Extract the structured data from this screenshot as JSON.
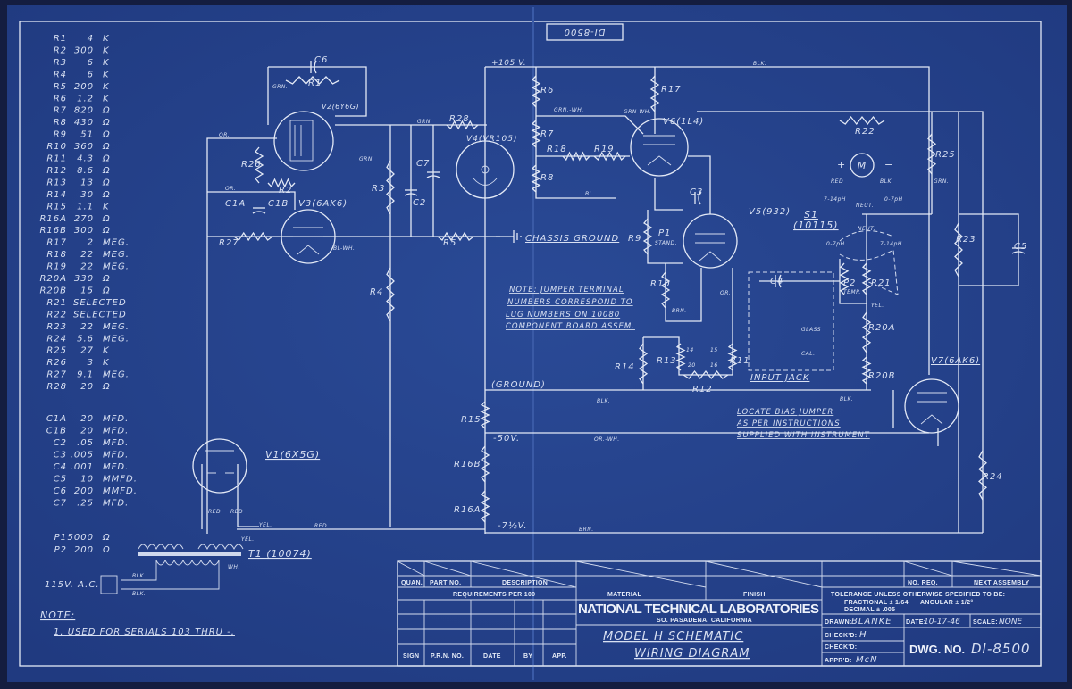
{
  "stamp_number": "DI-8500",
  "parts": {
    "resistors": [
      {
        "ref": "R1",
        "value": "4",
        "unit": "K"
      },
      {
        "ref": "R2",
        "value": "300",
        "unit": "K"
      },
      {
        "ref": "R3",
        "value": "6",
        "unit": "K"
      },
      {
        "ref": "R4",
        "value": "6",
        "unit": "K"
      },
      {
        "ref": "R5",
        "value": "200",
        "unit": "K"
      },
      {
        "ref": "R6",
        "value": "1.2",
        "unit": "K"
      },
      {
        "ref": "R7",
        "value": "820",
        "unit": "Ω"
      },
      {
        "ref": "R8",
        "value": "430",
        "unit": "Ω"
      },
      {
        "ref": "R9",
        "value": "51",
        "unit": "Ω"
      },
      {
        "ref": "R10",
        "value": "360",
        "unit": "Ω"
      },
      {
        "ref": "R11",
        "value": "4.3",
        "unit": "Ω"
      },
      {
        "ref": "R12",
        "value": "8.6",
        "unit": "Ω"
      },
      {
        "ref": "R13",
        "value": "13",
        "unit": "Ω"
      },
      {
        "ref": "R14",
        "value": "30",
        "unit": "Ω"
      },
      {
        "ref": "R15",
        "value": "1.1",
        "unit": "K"
      },
      {
        "ref": "R16A",
        "value": "270",
        "unit": "Ω"
      },
      {
        "ref": "R16B",
        "value": "300",
        "unit": "Ω"
      },
      {
        "ref": "R17",
        "value": "2",
        "unit": "MEG."
      },
      {
        "ref": "R18",
        "value": "22",
        "unit": "MEG."
      },
      {
        "ref": "R19",
        "value": "22",
        "unit": "MEG."
      },
      {
        "ref": "R20A",
        "value": "330",
        "unit": "Ω"
      },
      {
        "ref": "R20B",
        "value": "15",
        "unit": "Ω"
      },
      {
        "ref": "R21",
        "value": "SELECTED",
        "unit": ""
      },
      {
        "ref": "R22",
        "value": "SELECTED",
        "unit": ""
      },
      {
        "ref": "R23",
        "value": "22",
        "unit": "MEG."
      },
      {
        "ref": "R24",
        "value": "5.6",
        "unit": "MEG."
      },
      {
        "ref": "R25",
        "value": "27",
        "unit": "K"
      },
      {
        "ref": "R26",
        "value": "3",
        "unit": "K"
      },
      {
        "ref": "R27",
        "value": "9.1",
        "unit": "MEG."
      },
      {
        "ref": "R28",
        "value": "20",
        "unit": "Ω"
      }
    ],
    "capacitors": [
      {
        "ref": "C1A",
        "value": "20",
        "unit": "MFD."
      },
      {
        "ref": "C1B",
        "value": "20",
        "unit": "MFD."
      },
      {
        "ref": "C2",
        "value": ".05",
        "unit": "MFD."
      },
      {
        "ref": "C3",
        "value": ".005",
        "unit": "MFD."
      },
      {
        "ref": "C4",
        "value": ".001",
        "unit": "MFD."
      },
      {
        "ref": "C5",
        "value": "10",
        "unit": "MMFD."
      },
      {
        "ref": "C6",
        "value": "200",
        "unit": "MMFD."
      },
      {
        "ref": "C7",
        "value": ".25",
        "unit": "MFD."
      }
    ],
    "potentiometers": [
      {
        "ref": "P1",
        "value": "5000",
        "unit": "Ω"
      },
      {
        "ref": "P2",
        "value": "200",
        "unit": "Ω"
      }
    ]
  },
  "note": {
    "title": "NOTE:",
    "items": [
      "1. USED FOR SERIALS 103 THRU -."
    ]
  },
  "schematic": {
    "plus105": "+105 V.",
    "blk_top": "BLK.",
    "c6": "C6",
    "r1": "R1",
    "grn_r1": "GRN.",
    "v2": "V2(6Y6G)",
    "r28": "R28",
    "grn_r28": "GRN.",
    "v4": "V4(VR105)",
    "r6": "R6",
    "r7": "R7",
    "r8": "R8",
    "r18": "R18",
    "r19": "R19",
    "grn_wh": "GRN.-WH.",
    "bl": "BL.",
    "r17": "R17",
    "v6": "V6(1L4)",
    "grn_wh2": "GRN-WH.",
    "c7": "C7",
    "c2": "C2",
    "r3": "R3",
    "grn_v": "GRN",
    "r26": "R26",
    "r2": "R2",
    "c1a": "C1A",
    "c1b": "C1B",
    "v3": "V3(6AK6)",
    "or1": "OR.",
    "or2": "OR.",
    "r27": "R27",
    "bl_wh": "BL-WH.",
    "r5": "R5",
    "chassis_ground": "CHASSIS GROUND",
    "r4": "R4",
    "c3": "C3",
    "v5": "V5(932)",
    "r9": "R9",
    "p1": "P1",
    "p1_stand": "STAND.",
    "r10": "R10",
    "brn_v": "BRN.",
    "or_v": "OR.",
    "r14": "R14",
    "r13": "R13",
    "r11": "R11",
    "r12": "R12",
    "lug14": "14",
    "lug15": "15",
    "lug20": "20",
    "lug16": "16",
    "jumper_note": [
      "NOTE: JUMPER TERMINAL",
      "NUMBERS CORRESPOND TO",
      "LUG NUMBERS ON 10080",
      "COMPONENT BOARD ASSEM."
    ],
    "bias_note": [
      "LOCATE BIAS JUMPER",
      "AS PER INSTRUCTIONS",
      "SUPPLIED WITH INSTRUMENT"
    ],
    "ground": "(GROUND)",
    "blk_g1": "BLK.",
    "blk_g2": "BLK.",
    "r15": "R15",
    "minus50": "-50V.",
    "or_wh": "OR.-WH.",
    "r16b": "R16B",
    "r16a": "R16A",
    "minus7": "-7½V.",
    "brn": "BRN.",
    "red": "RED",
    "yel": "YEL.",
    "r22": "R22",
    "motor": "M",
    "plus": "+",
    "minus": "−",
    "red_m": "RED",
    "blk_m": "BLK.",
    "r25": "R25",
    "grn_r25": "GRN.",
    "s1": "S1",
    "s1_part": "(10115)",
    "ph714a": "7-14pH",
    "ph07a": "0-7pH",
    "ph07b": "0-7pH",
    "ph714b": "7-14pH",
    "neut1": "NEUT.",
    "neut2": "NEUT.",
    "r23": "R23",
    "c5": "C5",
    "p2": "P2",
    "p2_temp": "TEMP.",
    "r21": "R21",
    "yel_r": "YEL.",
    "r20a": "R20A",
    "r20b": "R20B",
    "c4": "C4",
    "glass": "GLASS",
    "cal": "CAL.",
    "input_jack": "INPUT JACK",
    "v7": "V7(6AK6)",
    "r24": "R24",
    "v1": "V1(6X5G)",
    "t1": "T1 (10074)",
    "ac_in": "115V. A.C.",
    "blk_ac1": "BLK.",
    "blk_ac2": "BLK.",
    "wh": "WH.",
    "yel_t": "YEL.",
    "red_t1": "RED",
    "red_t2": "RED"
  },
  "title_block": {
    "quan": "QUAN.",
    "part_no": "PART NO.",
    "description": "DESCRIPTION",
    "requirements": "REQUIREMENTS PER 100",
    "material": "MATERIAL",
    "finish": "FINISH",
    "no_req": "NO. REQ.",
    "next_assembly": "NEXT ASSEMBLY",
    "company": "NATIONAL TECHNICAL LABORATORIES",
    "location": "SO. PASADENA, CALIFORNIA",
    "title_line1": "MODEL H SCHEMATIC",
    "title_line2": "WIRING DIAGRAM",
    "tolerance": "TOLERANCE UNLESS OTHERWISE SPECIFIED TO BE:",
    "fractional": "FRACTIONAL ± 1/64",
    "angular": "ANGULAR ± 1/2°",
    "decimal": "DECIMAL ± .005",
    "drawn_label": "DRAWN:",
    "drawn_value": "BLANKE",
    "date_label": "DATE:",
    "date_value": "10-17-46",
    "scale_label": "SCALE:",
    "scale_value": "NONE",
    "checked1_label": "CHECK'D:",
    "checked1_value": "H",
    "checked2_label": "CHECK'D:",
    "apprd_label": "APPR'D:",
    "apprd_value": "McN",
    "dwg_label": "DWG. NO.",
    "dwg_value": "DI-8500",
    "sign": "SIGN",
    "prn_no": "P.R.N. NO.",
    "date": "DATE",
    "by": "BY",
    "app": "APP."
  },
  "colors": {
    "paper": "#24418b",
    "line": "#e3e9f6",
    "edge": "#16224a"
  }
}
